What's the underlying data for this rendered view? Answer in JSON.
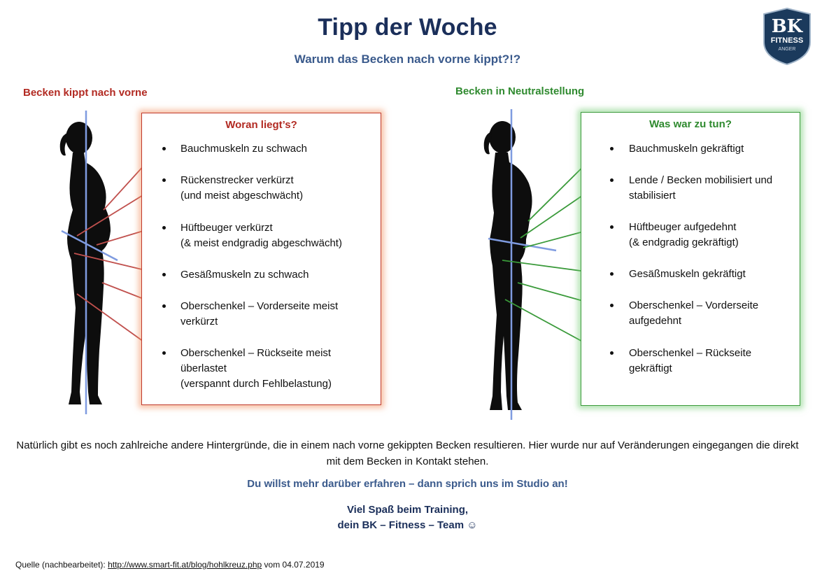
{
  "title": "Tipp der Woche",
  "subtitle": "Warum das Becken nach vorne kippt?!?",
  "logo": {
    "line1": "BK",
    "line2": "FITNESS",
    "line3": "ANGER",
    "color": "#1b3a5c"
  },
  "left": {
    "heading": "Becken kippt nach vorne",
    "box_title": "Woran liegt’s?",
    "items": [
      "Bauchmuskeln zu schwach",
      "Rückenstrecker verkürzt\n(und meist abgeschwächt)",
      "Hüftbeuger verkürzt\n(& meist endgradig abgeschwächt)",
      "Gesäßmuskeln zu schwach",
      "Oberschenkel – Vorderseite meist\nverkürzt",
      "Oberschenkel – Rückseite meist\nüberlastet\n(verspannt durch Fehlbelastung)"
    ],
    "color": "#b22a22"
  },
  "right": {
    "heading": "Becken in Neutralstellung",
    "box_title": "Was war zu tun?",
    "items": [
      "Bauchmuskeln gekräftigt",
      "Lende / Becken mobilisiert und\nstabilisiert",
      "Hüftbeuger aufgedehnt\n(& endgradig gekräftigt)",
      "Gesäßmuskeln gekräftigt",
      "Oberschenkel – Vorderseite\naufgedehnt",
      "Oberschenkel – Rückseite\ngekräftigt"
    ],
    "color": "#2f8a2f"
  },
  "paragraph": "Natürlich gibt es noch zahlreiche andere Hintergründe, die in einem nach vorne gekippten Becken resultieren. Hier wurde nur auf Veränderungen eingegangen die direkt mit dem Becken in Kontakt stehen.",
  "cta": "Du willst mehr darüber erfahren – dann sprich uns im Studio an!",
  "signoff": {
    "line1": "Viel Spaß beim Training,",
    "line2": "dein BK – Fitness – Team ☺"
  },
  "source": {
    "label": "Quelle (nachbearbeitet): ",
    "url": "http://www.smart-fit.at/blog/hohlkreuz.php",
    "suffix": " vom 04.07.2019"
  }
}
